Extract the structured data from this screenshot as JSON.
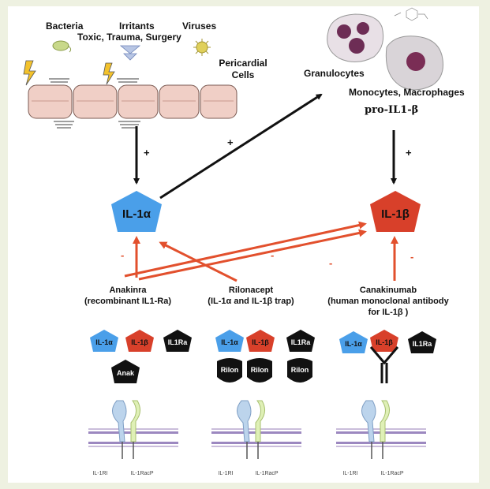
{
  "pathogens": {
    "bacteria": "Bacteria",
    "irritants": "Irritants",
    "viruses": "Viruses",
    "causes": "Toxic, Trauma, Surgery"
  },
  "pericardial": {
    "line1": "Pericardial",
    "line2": "Cells"
  },
  "granulocytes": "Granulocytes",
  "monocytes": "Monocytes, Macrophages",
  "pro_il1b": "pro-IL1-β",
  "il1a": "IL-1α",
  "il1b": "IL-1β",
  "signs": {
    "plus": "+",
    "minus": "-"
  },
  "drugs": {
    "anakinra": {
      "name": "Anakinra",
      "desc": "(recombinant IL1-Ra)"
    },
    "rilonacept": {
      "name": "Rilonacept",
      "desc": "(IL-1α and IL-1β trap)"
    },
    "canakinumab": {
      "name": "Canakinumab",
      "desc1": "(human monoclonal antibody",
      "desc2": "for IL-1β )"
    }
  },
  "shapes": {
    "il1a": "IL-1α",
    "il1b": "IL-1β",
    "il1ra": "IL1Ra",
    "anak": "Anak",
    "rilon": "Rilon"
  },
  "receptors": {
    "ri": "IL-1RI",
    "racp": "IL-1RacP"
  },
  "colors": {
    "blue": "#4a9fe9",
    "red": "#d8402a",
    "black": "#111111",
    "arrow_red": "#e2502d",
    "cell": "#f0cfc6"
  }
}
